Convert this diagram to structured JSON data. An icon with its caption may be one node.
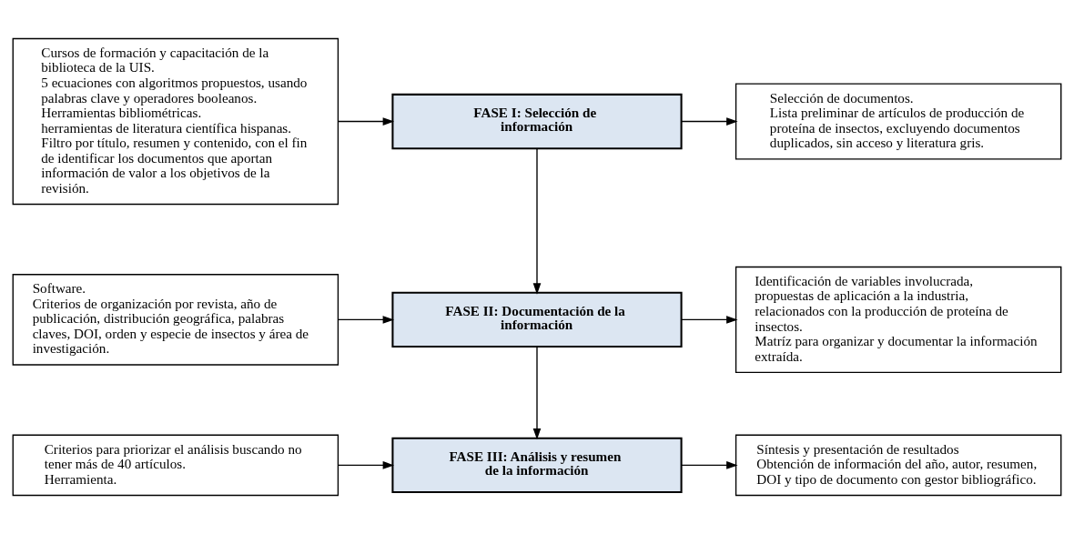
{
  "diagram": {
    "nodes": [
      {
        "text": [
          "Cursos de formación y capacitación de la biblioteca de la UIS.",
          "5 ecuaciones con algoritmos propuestos, usando palabras clave y operadores booleanos.",
          "Herramientas bibliométricas.",
          "herramientas de literatura científica hispanas.",
          "Filtro por título, resumen y contenido, con el fin de identificar los documentos que aportan información de valor a los objetivos de la revisión."
        ]
      },
      {
        "text": [
          "FASE I: Selección de información"
        ]
      },
      {
        "text": [
          "Selección de documentos.",
          "Lista preliminar de artículos de producción de proteína de insectos, excluyendo documentos duplicados, sin acceso y literatura gris."
        ]
      },
      {
        "text": [
          "Software.",
          "Criterios de organización por revista, año de publicación, distribución geográfica, palabras claves, DOI, orden y especie de insectos y área de investigación."
        ]
      },
      {
        "text": [
          "FASE II: Documentación de la información"
        ]
      },
      {
        "text": [
          "Identificación de variables involucrada, propuestas de aplicación a la industria, relacionados con la producción de proteína de insectos.",
          "Matríz para organizar y documentar la información extraída."
        ]
      },
      {
        "text": [
          "Criterios para priorizar el análisis buscando no tener más de 40 artículos.",
          "Herramienta."
        ]
      },
      {
        "text": [
          "FASE III: Análisis y resumen de la información"
        ]
      },
      {
        "text": [
          "Síntesis y presentación de resultados",
          "Obtención de información del año, autor, resumen, DOI y tipo de documento con gestor bibliográfico."
        ]
      }
    ],
    "edges": [
      {
        "from": 0,
        "to": 1,
        "arrow": "to"
      },
      {
        "from": 1,
        "to": 2,
        "arrow": "to"
      },
      {
        "from": 1,
        "to": 4,
        "arrow": "to"
      },
      {
        "from": 3,
        "to": 4,
        "arrow": "to"
      },
      {
        "from": 4,
        "to": 5,
        "arrow": "to"
      },
      {
        "from": 4,
        "to": 7,
        "arrow": "to"
      },
      {
        "from": 6,
        "to": 7,
        "arrow": "to"
      },
      {
        "from": 7,
        "to": 8,
        "arrow": "to"
      }
    ]
  }
}
